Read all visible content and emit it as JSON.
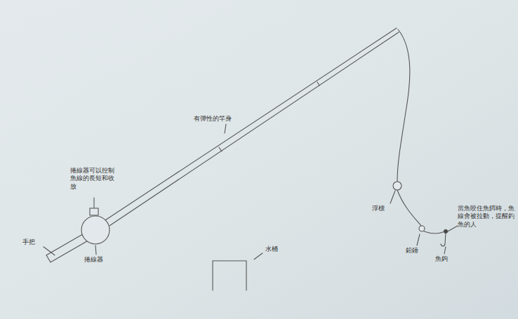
{
  "diagram": {
    "labels": [
      "捲線器可以控制魚線的長短和收放",
      "有彈性的竿身",
      "手把",
      "捲線器",
      "水桶",
      "浮標",
      "鉛錘",
      "魚鉤",
      "當魚咬住魚餌時，魚線會被拉動，提醒釣魚的人"
    ]
  }
}
